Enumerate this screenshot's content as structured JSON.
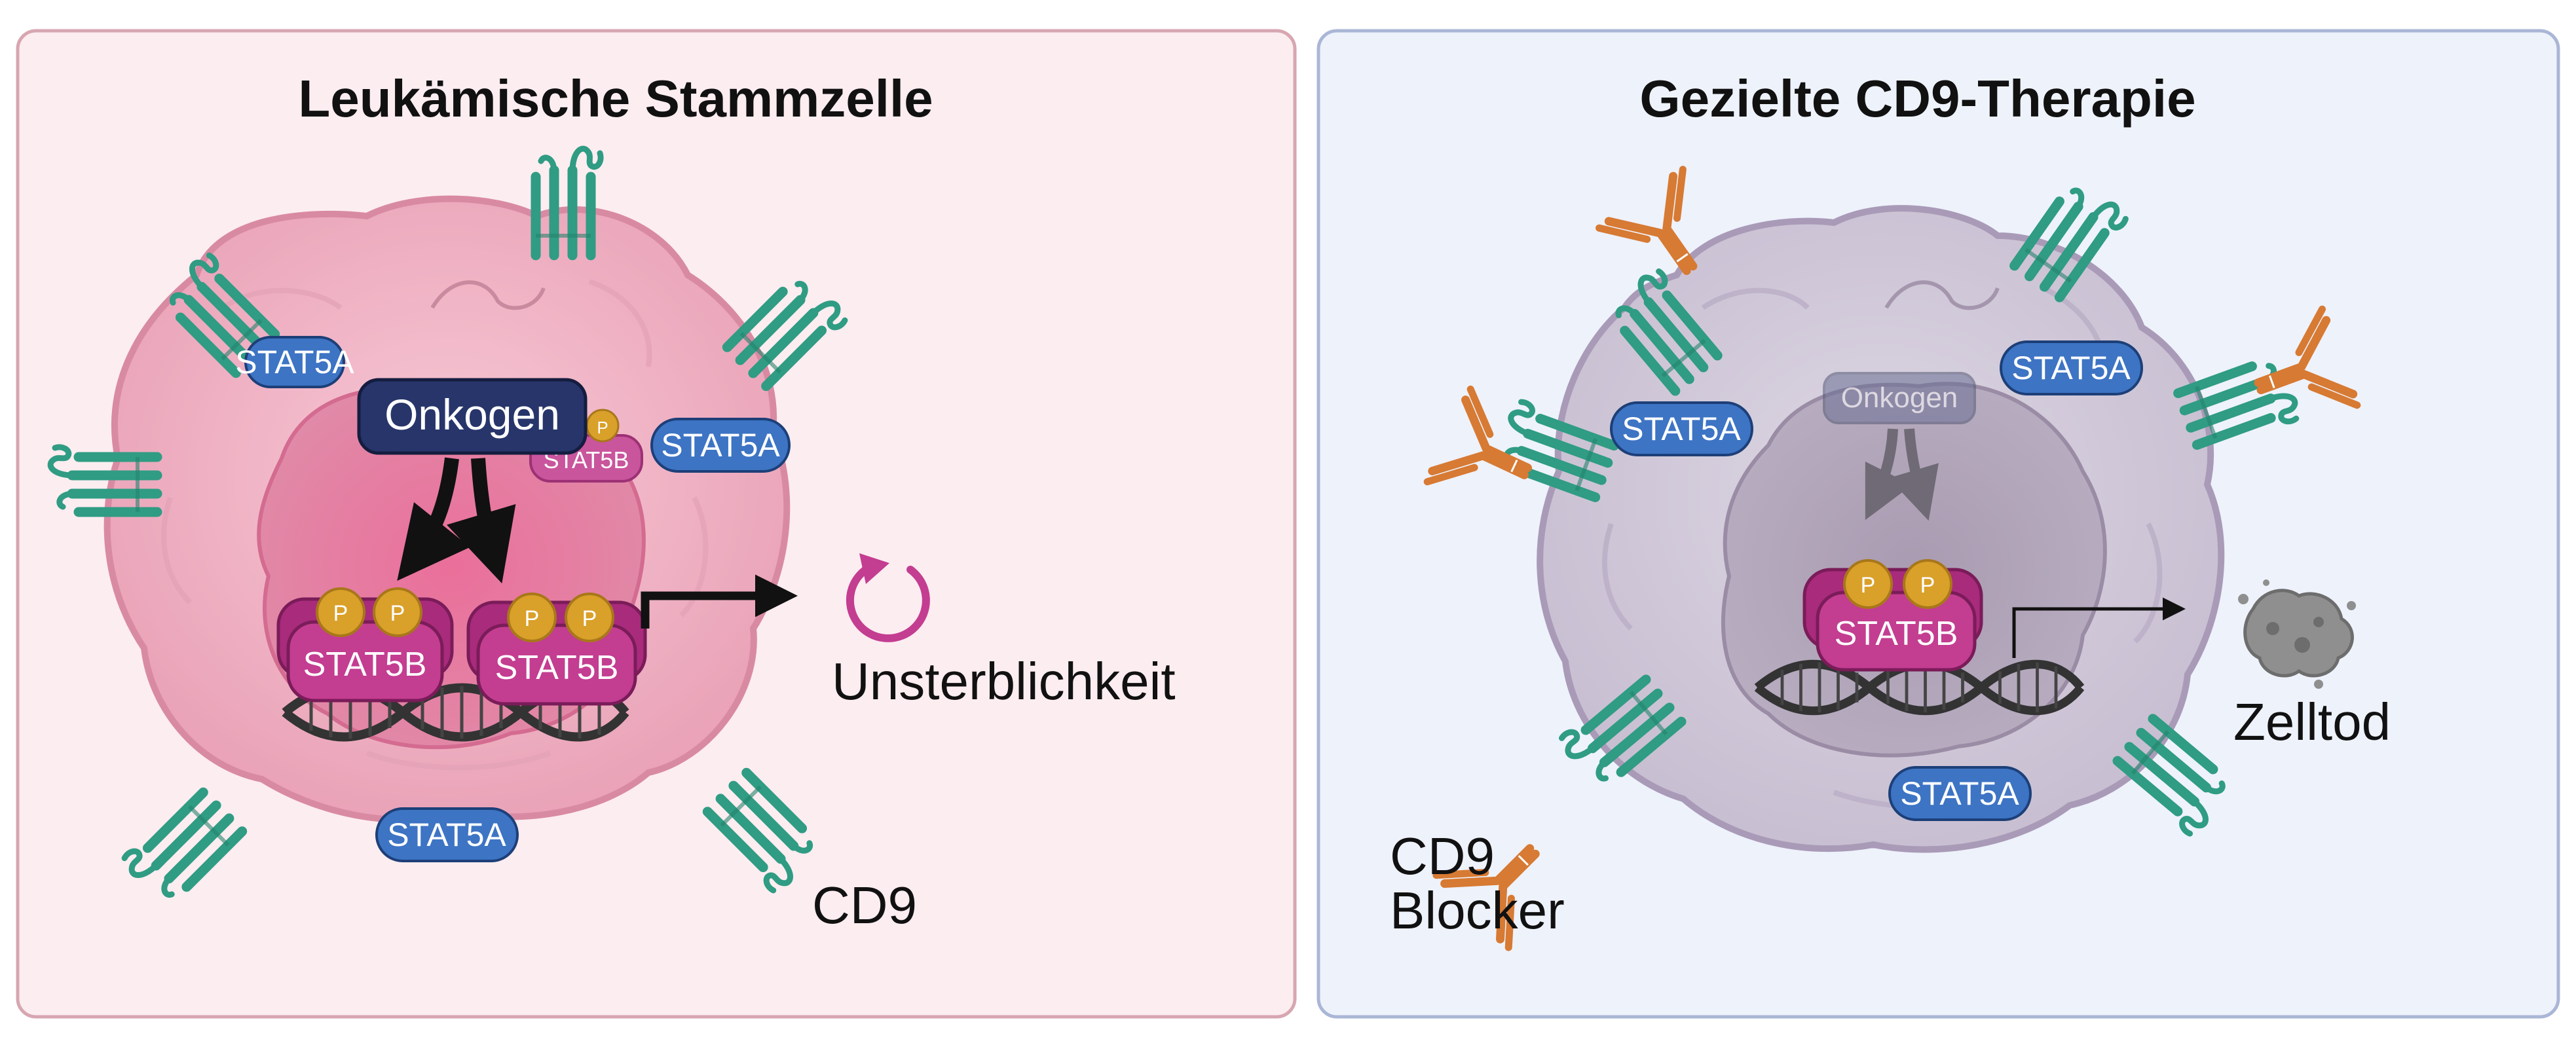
{
  "left_panel": {
    "title": "Leukämische Stammzelle",
    "stat5a_label": "STAT5A",
    "onkogen_label": "Onkogen",
    "stat5b_label": "STAT5B",
    "p_label": "P",
    "outcome_label": "Unsterblichkeit",
    "receptor_label": "CD9"
  },
  "right_panel": {
    "title": "Gezielte CD9-Therapie",
    "stat5a_label": "STAT5A",
    "onkogen_label": "Onkogen",
    "stat5b_label": "STAT5B",
    "p_label": "P",
    "outcome_label": "Zelltod",
    "blocker_label_line1": "CD9",
    "blocker_label_line2": "Blocker"
  },
  "colors": {
    "left_panel_bg": "#fcedf0",
    "left_panel_border": "#d7a6b1",
    "right_panel_bg": "#eef2fb",
    "right_panel_border": "#aab6d6",
    "stat5a": "#3d74c4",
    "stat5b": "#b83c8c",
    "phospho": "#d9a02a",
    "onkogen": "#27356b",
    "cd9": "#2f9c83",
    "antibody": "#d77a33",
    "dna": "#333333"
  }
}
